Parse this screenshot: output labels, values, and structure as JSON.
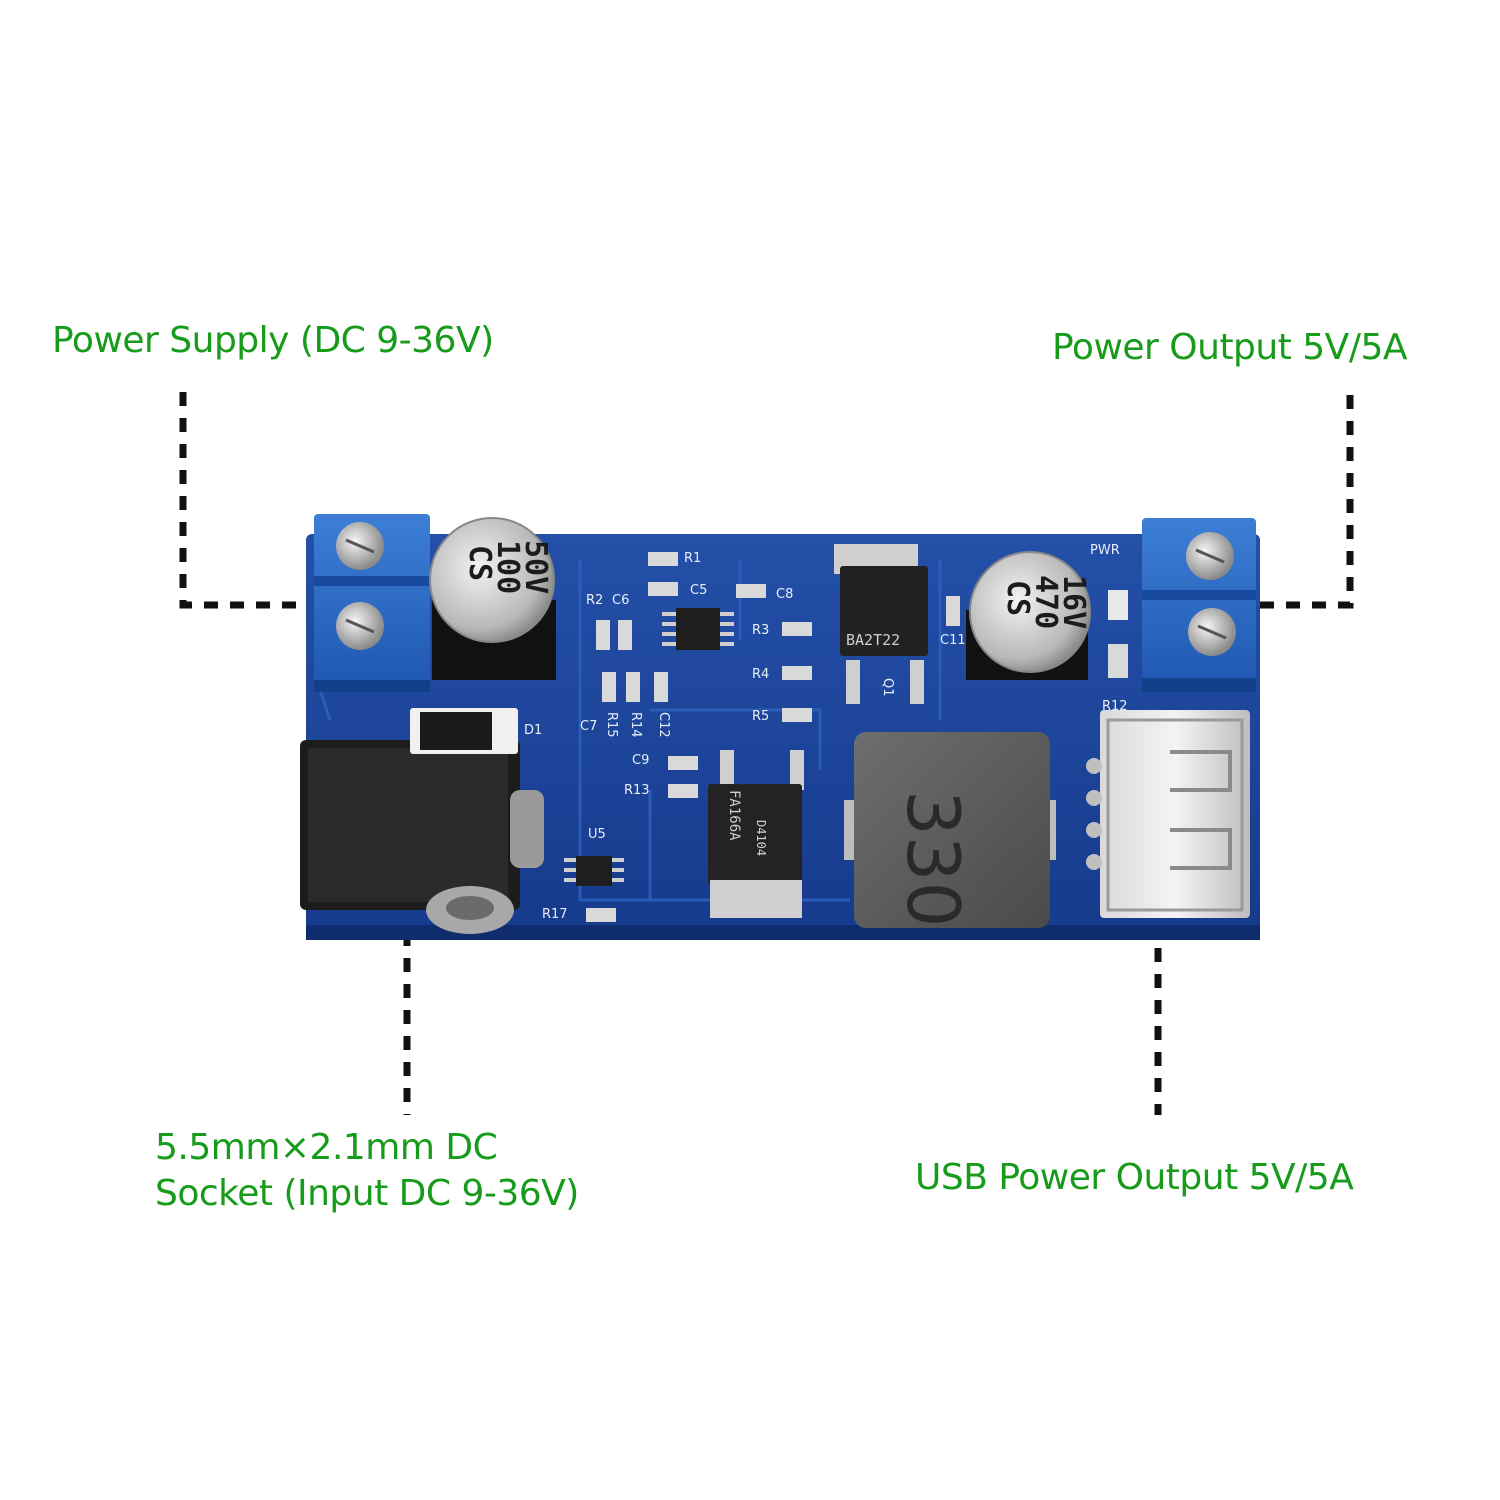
{
  "accent_color": "#179b1a",
  "callouts": {
    "power_supply": "Power Supply (DC 9-36V)",
    "power_output": "Power Output 5V/5A",
    "dc_socket_line1": "5.5mm×2.1mm DC",
    "dc_socket_line2": "Socket (Input DC 9-36V)",
    "usb_output": "USB Power Output 5V/5A"
  },
  "board": {
    "pcb_color": "#1b3f94",
    "input_capacitor": [
      "CS",
      "100",
      "50V"
    ],
    "output_capacitor": [
      "CS",
      "470",
      "16V"
    ],
    "inductor_marking": "330",
    "ic_markings": [
      "BA2T22",
      "FA166A",
      "D4104"
    ],
    "silkscreen_labels": [
      "R1",
      "C5",
      "C8",
      "R2",
      "C6",
      "R3",
      "R4",
      "R5",
      "C7",
      "R15",
      "R14",
      "C12",
      "C9",
      "R13",
      "D1",
      "U5",
      "R17",
      "C11",
      "PWR",
      "R12",
      "Q1"
    ]
  }
}
